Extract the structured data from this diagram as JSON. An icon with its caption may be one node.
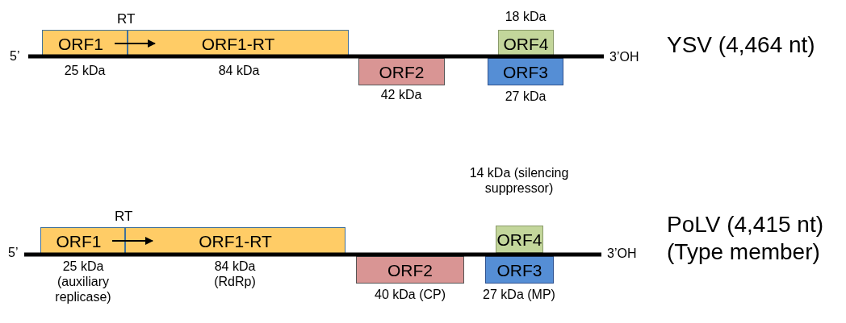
{
  "diagram": {
    "nodes": [
      {
        "text": [
          "ORF1"
        ],
        "beside": [
          "25 kDa"
        ]
      },
      {
        "text": [
          "ORF1-RT"
        ],
        "beside": [
          "84 kDa"
        ]
      },
      {
        "text": [
          "ORF2"
        ],
        "beside": [
          "42 kDa"
        ]
      },
      {
        "text": [
          "ORF4"
        ],
        "beside": [
          "18 kDa"
        ]
      },
      {
        "text": [
          "ORF3"
        ],
        "beside": [
          "27 kDa"
        ]
      },
      {
        "text": [
          "ORF1"
        ],
        "beside": [
          "25 kDa (auxiliary replicase)"
        ]
      },
      {
        "text": [
          "ORF1-RT"
        ],
        "beside": [
          "84 kDa (RdRp)"
        ]
      },
      {
        "text": [
          "ORF2"
        ],
        "beside": [
          "40 kDa (CP)"
        ]
      },
      {
        "text": [
          "ORF4"
        ],
        "beside": [
          "14 kDa (silencing suppressor)"
        ]
      },
      {
        "text": [
          "ORF3"
        ],
        "beside": [
          "27 kDa (MP)"
        ]
      }
    ],
    "edges": [
      {
        "from": 0,
        "to": 1,
        "arrow": "to",
        "label": "RT"
      },
      {
        "from": 5,
        "to": 6,
        "arrow": "to",
        "label": "RT"
      }
    ],
    "labels": [
      "5’",
      "3’OH",
      "YSV (4,464 nt)",
      "5’",
      "3’OH",
      "PoLV (4,415 nt) (Type member)"
    ]
  }
}
